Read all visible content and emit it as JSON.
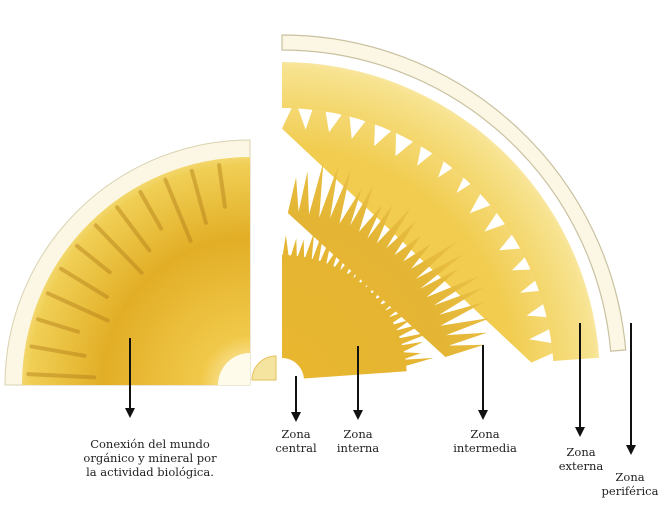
{
  "colors": {
    "golden": "#e7b92a",
    "golden_light": "#f6df78",
    "cream": "#fbf7e4",
    "arrow": "#111111",
    "text": "#222222"
  },
  "labels": {
    "conexion": [
      "Conexión del mundo",
      "orgánico y mineral por",
      "la actividad biológica."
    ],
    "zona_central": [
      "Zona",
      "central"
    ],
    "zona_interna": [
      "Zona",
      "interna"
    ],
    "zona_intermedia": [
      "Zona",
      "intermedia"
    ],
    "zona_externa": [
      "Zona",
      "externa"
    ],
    "zona_periferica": [
      "Zona",
      "periférica"
    ]
  }
}
